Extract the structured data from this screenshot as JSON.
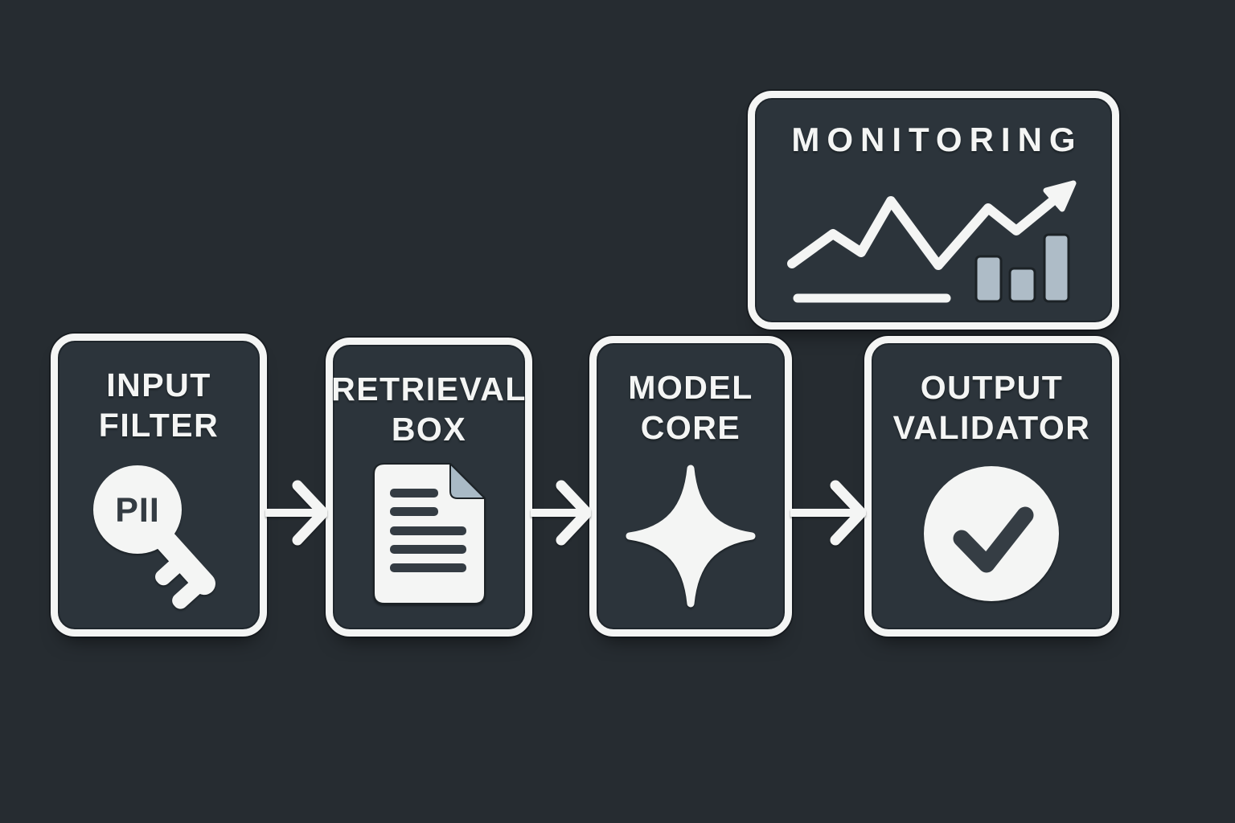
{
  "diagram": {
    "title_implicit": "LLM pipeline flow diagram",
    "colors": {
      "background": "#262c31",
      "box_fill": "#2c343b",
      "stroke_white": "#f4f5f4",
      "accent_gray_blue": "#aebcc7",
      "icon_dark": "#343c43"
    },
    "nodes": [
      {
        "id": "input-filter",
        "label_line1": "INPUT",
        "label_line2": "FILTER",
        "icon": "key-pii-icon",
        "icon_text": "PII"
      },
      {
        "id": "retrieval-box",
        "label_line1": "RETRIEVAL",
        "label_line2": "BOX",
        "icon": "document-icon",
        "icon_text": ""
      },
      {
        "id": "model-core",
        "label_line1": "MODEL",
        "label_line2": "CORE",
        "icon": "sparkle-icon",
        "icon_text": ""
      },
      {
        "id": "output-validator",
        "label_line1": "OUTPUT",
        "label_line2": "VALIDATOR",
        "icon": "checkmark-circle-icon",
        "icon_text": ""
      }
    ],
    "monitor": {
      "label": "MONITORING",
      "icons": [
        "trend-line-arrow-icon",
        "bar-chart-icon"
      ]
    },
    "connections": [
      {
        "from": "input-filter",
        "to": "retrieval-box",
        "style": "arrow-right"
      },
      {
        "from": "retrieval-box",
        "to": "model-core",
        "style": "arrow-right"
      },
      {
        "from": "model-core",
        "to": "output-validator",
        "style": "arrow-right"
      }
    ]
  }
}
